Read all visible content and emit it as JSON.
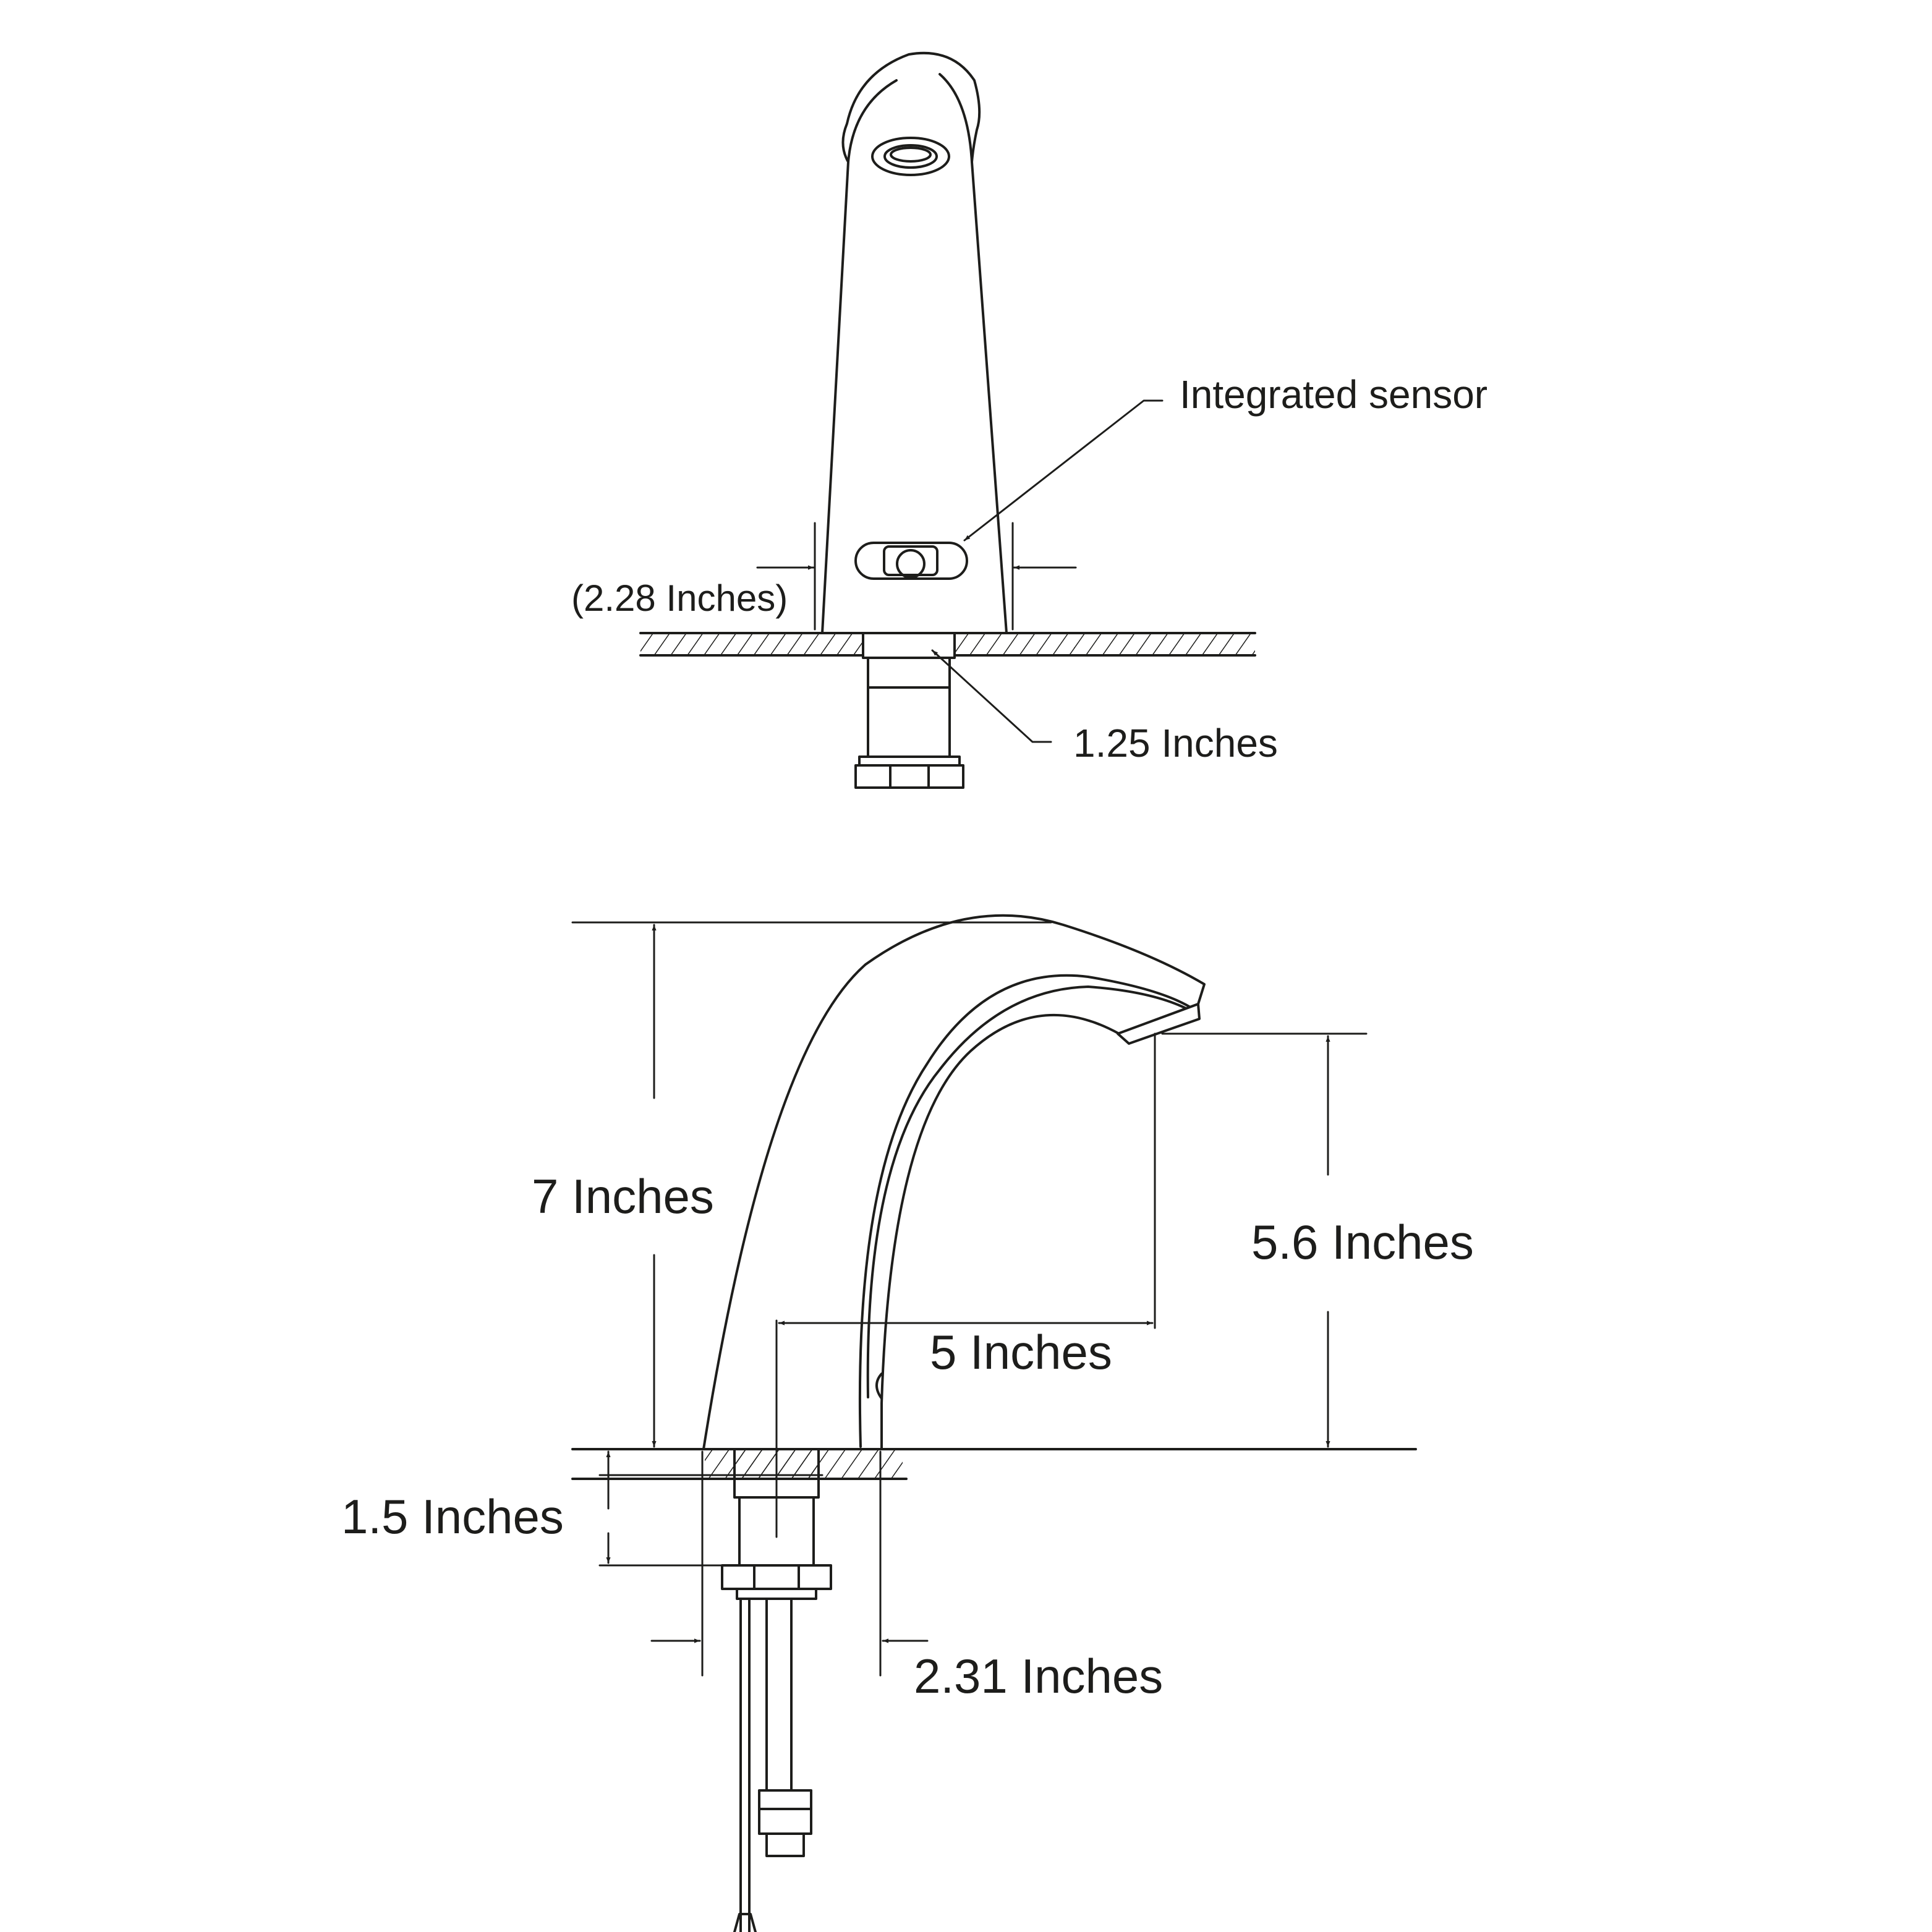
{
  "front_view": {
    "sensor_label": "Integrated sensor",
    "width_label": "(2.28 Inches)",
    "shank_label": "1.25 Inches"
  },
  "side_view": {
    "height_label": "7 Inches",
    "spout_clearance_label": "5.6 Inches",
    "reach_label": "5 Inches",
    "shank_length_label": "1.5 Inches",
    "base_width_label": "2.31 Inches"
  },
  "colors": {
    "line": "#1d1d1b",
    "background": "#ffffff"
  }
}
